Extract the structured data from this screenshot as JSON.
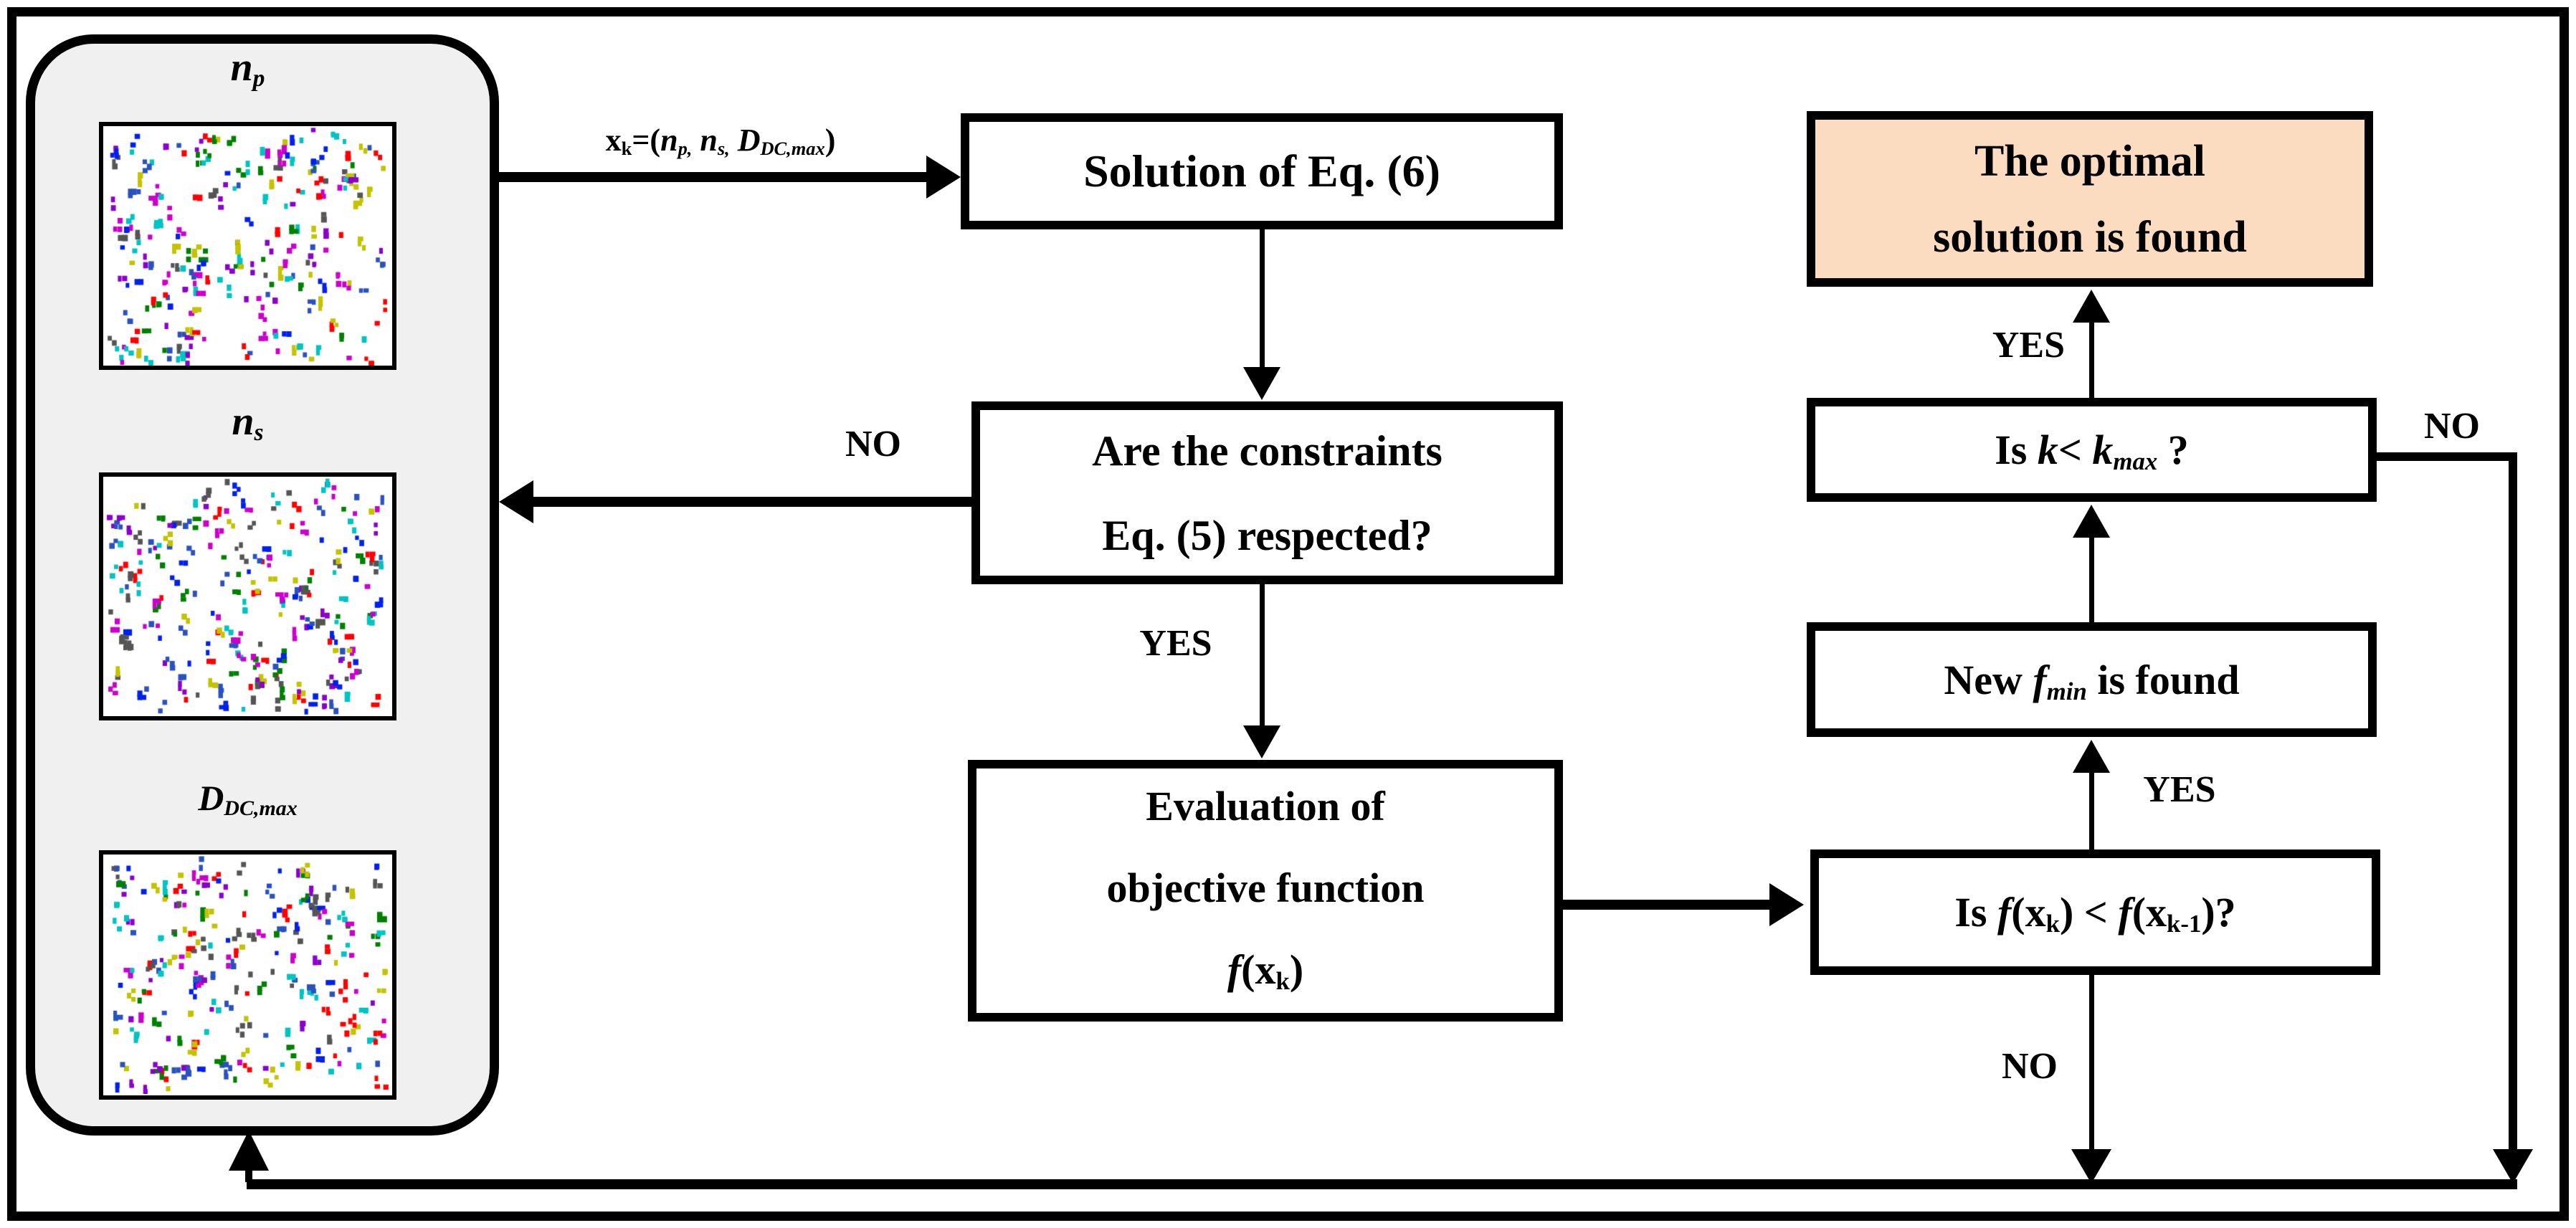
{
  "colors": {
    "line": "#000000",
    "border": "#000000",
    "box_fill": "#ffffff",
    "optimal_fill": "#fbdcc1",
    "container_fill": "#f0f0f0"
  },
  "scatter": {
    "dot_colors": [
      "#ff0000",
      "#0020ee",
      "#008000",
      "#cc00cc",
      "#00c3c3",
      "#c3c300",
      "#555555",
      "#2a52be",
      "#8a00cc"
    ],
    "clusters": 215,
    "panels": [
      {
        "name": "np",
        "seed": 7
      },
      {
        "name": "ns",
        "seed": 13
      },
      {
        "name": "ddcmax",
        "seed": 29
      }
    ]
  },
  "inputs_panel": {
    "labels": {
      "np": [
        {
          "t": "n",
          "i": 1
        },
        {
          "t": "p",
          "i": 1,
          "sub": 1
        }
      ],
      "ns": [
        {
          "t": "n",
          "i": 1
        },
        {
          "t": "s",
          "i": 1,
          "sub": 1
        }
      ],
      "ddcmax": [
        {
          "t": "D",
          "i": 1
        },
        {
          "t": "DC,max",
          "i": 1,
          "sub": 1
        }
      ]
    }
  },
  "boxes": {
    "solution": {
      "lines": [
        [
          {
            "t": "Solution of Eq. (6)"
          }
        ]
      ]
    },
    "constraints": {
      "lines": [
        [
          {
            "t": "Are the constraints"
          }
        ],
        [
          {
            "t": "Eq. (5) respected?"
          }
        ]
      ]
    },
    "evaluation": {
      "lines": [
        [
          {
            "t": "Evaluation of"
          }
        ],
        [
          {
            "t": "objective function"
          }
        ],
        [
          {
            "t": "f",
            "i": 1
          },
          {
            "t": "(x"
          },
          {
            "t": "k",
            "sub": 1
          },
          {
            "t": ")"
          }
        ]
      ]
    },
    "improvement": {
      "lines": [
        [
          {
            "t": "Is "
          },
          {
            "t": "f",
            "i": 1
          },
          {
            "t": "(x"
          },
          {
            "t": "k",
            "sub": 1
          },
          {
            "t": ") < "
          },
          {
            "t": "f",
            "i": 1
          },
          {
            "t": "(x"
          },
          {
            "t": "k-1",
            "sub": 1
          },
          {
            "t": ")?"
          }
        ]
      ]
    },
    "new_fmin": {
      "lines": [
        [
          {
            "t": "New "
          },
          {
            "t": "f",
            "i": 1
          },
          {
            "t": "min",
            "i": 1,
            "sub": 1
          },
          {
            "t": " is found"
          }
        ]
      ]
    },
    "iterations": {
      "lines": [
        [
          {
            "t": "Is "
          },
          {
            "t": "k",
            "i": 1
          },
          {
            "t": "< "
          },
          {
            "t": "k",
            "i": 1
          },
          {
            "t": "max",
            "i": 1,
            "sub": 1
          },
          {
            "t": " ?"
          }
        ]
      ]
    },
    "optimal": {
      "lines": [
        [
          {
            "t": "The optimal"
          }
        ],
        [
          {
            "t": "solution is found"
          }
        ]
      ]
    }
  },
  "edges": {
    "xk_label": [
      {
        "t": "x"
      },
      {
        "t": "k",
        "sub": 1
      },
      {
        "t": "=("
      },
      {
        "t": "n",
        "i": 1
      },
      {
        "t": "p,",
        "i": 1,
        "sub": 1
      },
      {
        "t": " "
      },
      {
        "t": "n",
        "i": 1
      },
      {
        "t": "s,",
        "i": 1,
        "sub": 1
      },
      {
        "t": " "
      },
      {
        "t": "D",
        "i": 1
      },
      {
        "t": "DC,max",
        "i": 1,
        "sub": 1
      },
      {
        "t": ")"
      }
    ],
    "no_constraints": "NO",
    "yes_constraints": "YES",
    "yes_improvement": "YES",
    "no_improvement": "NO",
    "yes_iterations": "YES",
    "no_iterations": "NO"
  }
}
